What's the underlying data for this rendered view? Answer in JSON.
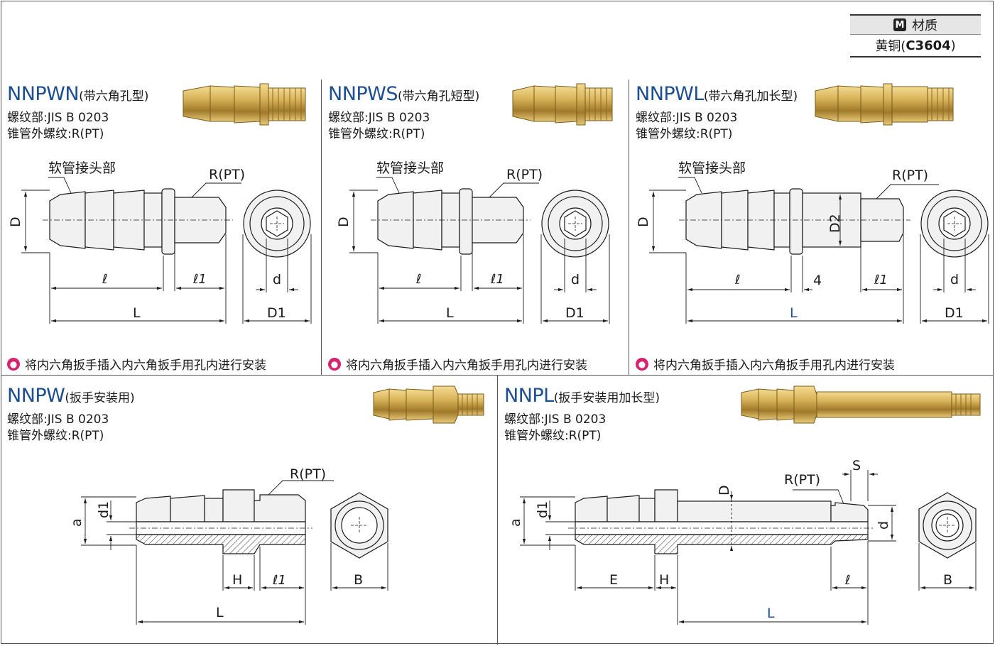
{
  "material": {
    "header_badge": "M",
    "header_label": "材质",
    "value_prefix": "黄铜(",
    "value_code": "C3604",
    "value_suffix": ")"
  },
  "colors": {
    "model": "#1d4f91",
    "note_icon": "#d6246e",
    "brass": "#c9a24a"
  },
  "panels": {
    "nnpwn": {
      "model": "NNPWN",
      "subtype": "(带六角孔型)",
      "thread": "螺纹部:JIS B 0203",
      "taper": "锥管外螺纹:R(PT)",
      "hose_label": "软管接头部",
      "rpt": "R(PT)",
      "dims": {
        "D": "D",
        "l": "ℓ",
        "l1": "ℓ1",
        "L": "L",
        "d": "d",
        "D1": "D1"
      },
      "note": "将内六角扳手插入内六角扳手用孔内进行安装"
    },
    "nnpws": {
      "model": "NNPWS",
      "subtype": "(带六角孔短型)",
      "thread": "螺纹部:JIS B 0203",
      "taper": "锥管外螺纹:R(PT)",
      "hose_label": "软管接头部",
      "rpt": "R(PT)",
      "dims": {
        "D": "D",
        "l": "ℓ",
        "l1": "ℓ1",
        "L": "L",
        "d": "d",
        "D1": "D1"
      },
      "note": "将内六角扳手插入内六角扳手用孔内进行安装"
    },
    "nnpwl": {
      "model": "NNPWL",
      "subtype": "(带六角孔加长型)",
      "thread": "螺纹部:JIS B 0203",
      "taper": "锥管外螺纹:R(PT)",
      "hose_label": "软管接头部",
      "rpt": "R(PT)",
      "dims": {
        "D": "D",
        "D2": "D2",
        "l": "ℓ",
        "four": "4",
        "l1": "ℓ1",
        "L": "L",
        "d": "d",
        "D1": "D1"
      },
      "note": "将内六角扳手插入内六角扳手用孔内进行安装"
    },
    "nnpw": {
      "model": "NNPW",
      "subtype": "(扳手安装用)",
      "thread": "螺纹部:JIS B 0203",
      "taper": "锥管外螺纹:R(PT)",
      "rpt": "R(PT)",
      "dims": {
        "a": "a",
        "d1": "d1",
        "H": "H",
        "l1": "ℓ1",
        "L": "L",
        "B": "B"
      }
    },
    "nnpl": {
      "model": "NNPL",
      "subtype": "(扳手安装用加长型)",
      "thread": "螺纹部:JIS B 0203",
      "taper": "锥管外螺纹:R(PT)",
      "rpt": "R(PT)",
      "dims": {
        "a": "a",
        "d1": "d1",
        "D": "D",
        "S": "S",
        "d": "d",
        "E": "E",
        "H": "H",
        "l": "ℓ",
        "L": "L",
        "B": "B"
      }
    }
  }
}
